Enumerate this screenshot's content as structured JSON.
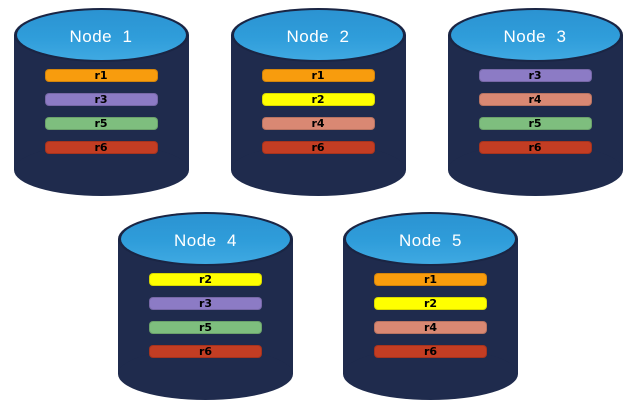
{
  "diagram": {
    "description": "Replica distribution across database nodes",
    "node_icon": "database-cylinder",
    "colors": {
      "cylinder_body": "#1F2B4D",
      "cylinder_top": "#2F9DDA",
      "node_label_text": "#FFFFFF",
      "replica_label_text": "#000000",
      "background": "#FFFFFF"
    },
    "replica_colors": {
      "r1": "#F89C0D",
      "r2": "#FFFF00",
      "r3": "#8C7BC5",
      "r4": "#D98873",
      "r5": "#7EBE7E",
      "r6": "#C33D23"
    },
    "nodes": [
      {
        "label": "Node  1",
        "replicas": [
          "r1",
          "r3",
          "r5",
          "r6"
        ]
      },
      {
        "label": "Node  2",
        "replicas": [
          "r1",
          "r2",
          "r4",
          "r6"
        ]
      },
      {
        "label": "Node  3",
        "replicas": [
          "r3",
          "r4",
          "r5",
          "r6"
        ]
      },
      {
        "label": "Node  4",
        "replicas": [
          "r2",
          "r3",
          "r5",
          "r6"
        ]
      },
      {
        "label": "Node  5",
        "replicas": [
          "r1",
          "r2",
          "r4",
          "r6"
        ]
      }
    ],
    "rows": [
      [
        0,
        1,
        2
      ],
      [
        3,
        4
      ]
    ]
  }
}
